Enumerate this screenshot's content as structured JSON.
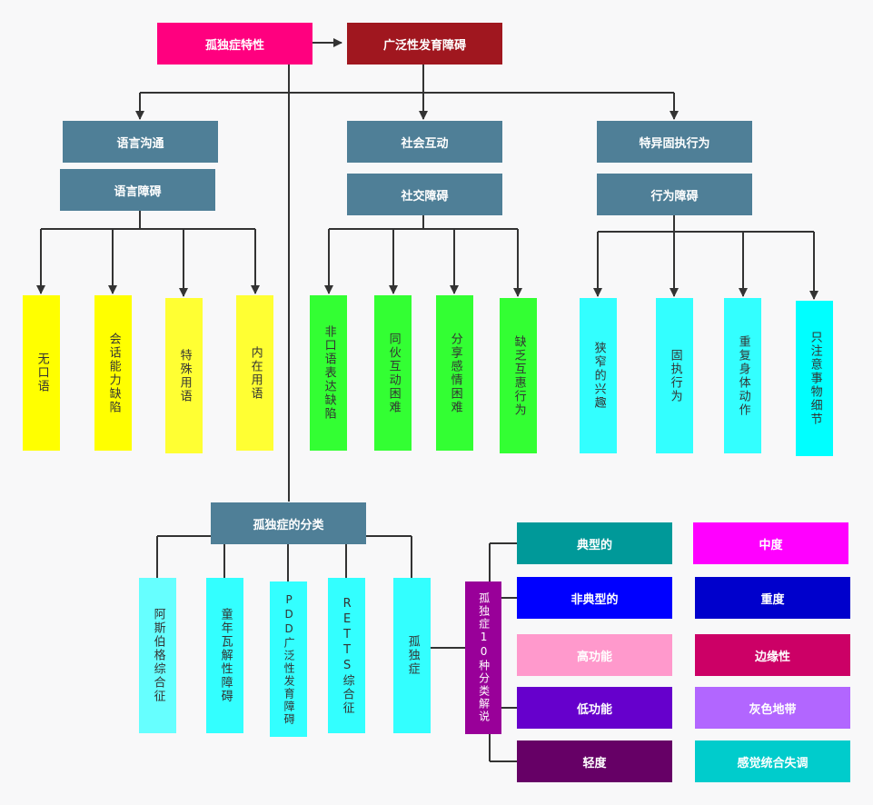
{
  "top": {
    "autism_traits": "孤独症特性",
    "pdd": "广泛性发育障碍"
  },
  "branches": {
    "language": {
      "title": "语言沟通",
      "sub": "语言障碍",
      "leaves": [
        "无口语",
        "会话能力缺陷",
        "特殊用语",
        "内在用语"
      ]
    },
    "social": {
      "title": "社会互动",
      "sub": "社交障碍",
      "leaves": [
        "非口语表达缺陷",
        "同伙互动困难",
        "分享感情困难",
        "缺乏互惠行为"
      ]
    },
    "behavior": {
      "title": "特异固执行为",
      "sub": "行为障碍",
      "leaves": [
        "狭窄的兴趣",
        "固执行为",
        "重复身体动作",
        "只注意事物细节"
      ]
    }
  },
  "classification": {
    "title": "孤独症的分类",
    "leaves": [
      "阿斯伯格综合征",
      "童年瓦解性障碍",
      "PDD广泛性发育障碍",
      "RETTS综合征",
      "孤独症"
    ]
  },
  "subtypes": {
    "title": "孤独症10种分类解说",
    "left": [
      "典型的",
      "非典型的",
      "高功能",
      "低功能",
      "轻度"
    ],
    "right": [
      "中度",
      "重度",
      "边缘性",
      "灰色地带",
      "感觉统合失调"
    ]
  },
  "colors": {
    "pink": "#ff007f",
    "darkred": "#a0171f",
    "steel": "#4f7f97",
    "yellow": "#ffff00",
    "green": "#33ff33",
    "cyan": "#33ffff",
    "purple": "#990099"
  }
}
